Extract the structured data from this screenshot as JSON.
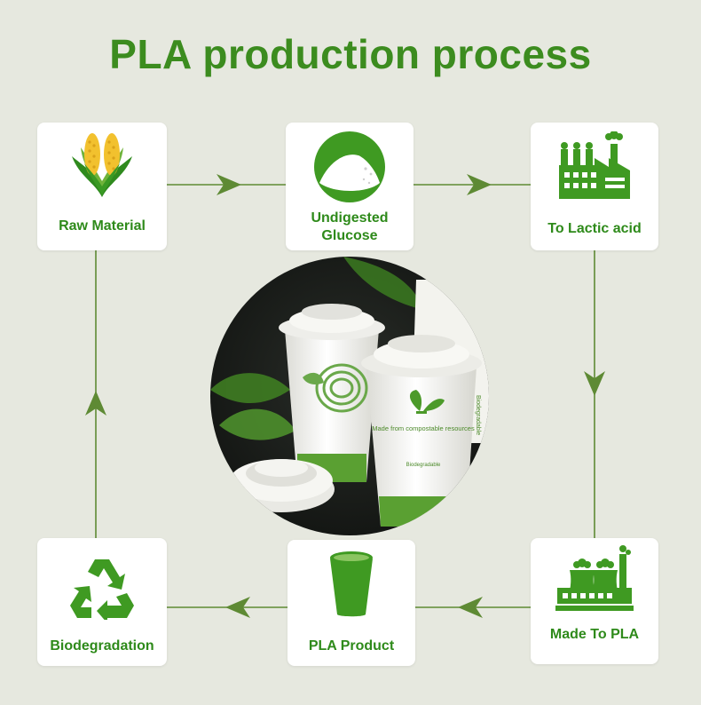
{
  "title": "PLA production process",
  "steps": [
    {
      "label": "Raw Material",
      "icon": "corn-icon"
    },
    {
      "label": "Undigested\nGlucose",
      "icon": "glucose-powder-icon"
    },
    {
      "label": "To Lactic acid",
      "icon": "factory-icon"
    },
    {
      "label": "Made To PLA",
      "icon": "power-plant-icon"
    },
    {
      "label": "PLA Product",
      "icon": "cup-icon"
    },
    {
      "label": "Biodegradation",
      "icon": "recycle-icon"
    }
  ],
  "photo": {
    "cup_text": "Made from compostable resources",
    "cup_brand": "Biodegradable",
    "side_text": "Biodegradable"
  },
  "colors": {
    "accent": "#3c8c1f",
    "line": "#5a8a2e",
    "background": "#e6e8df"
  }
}
